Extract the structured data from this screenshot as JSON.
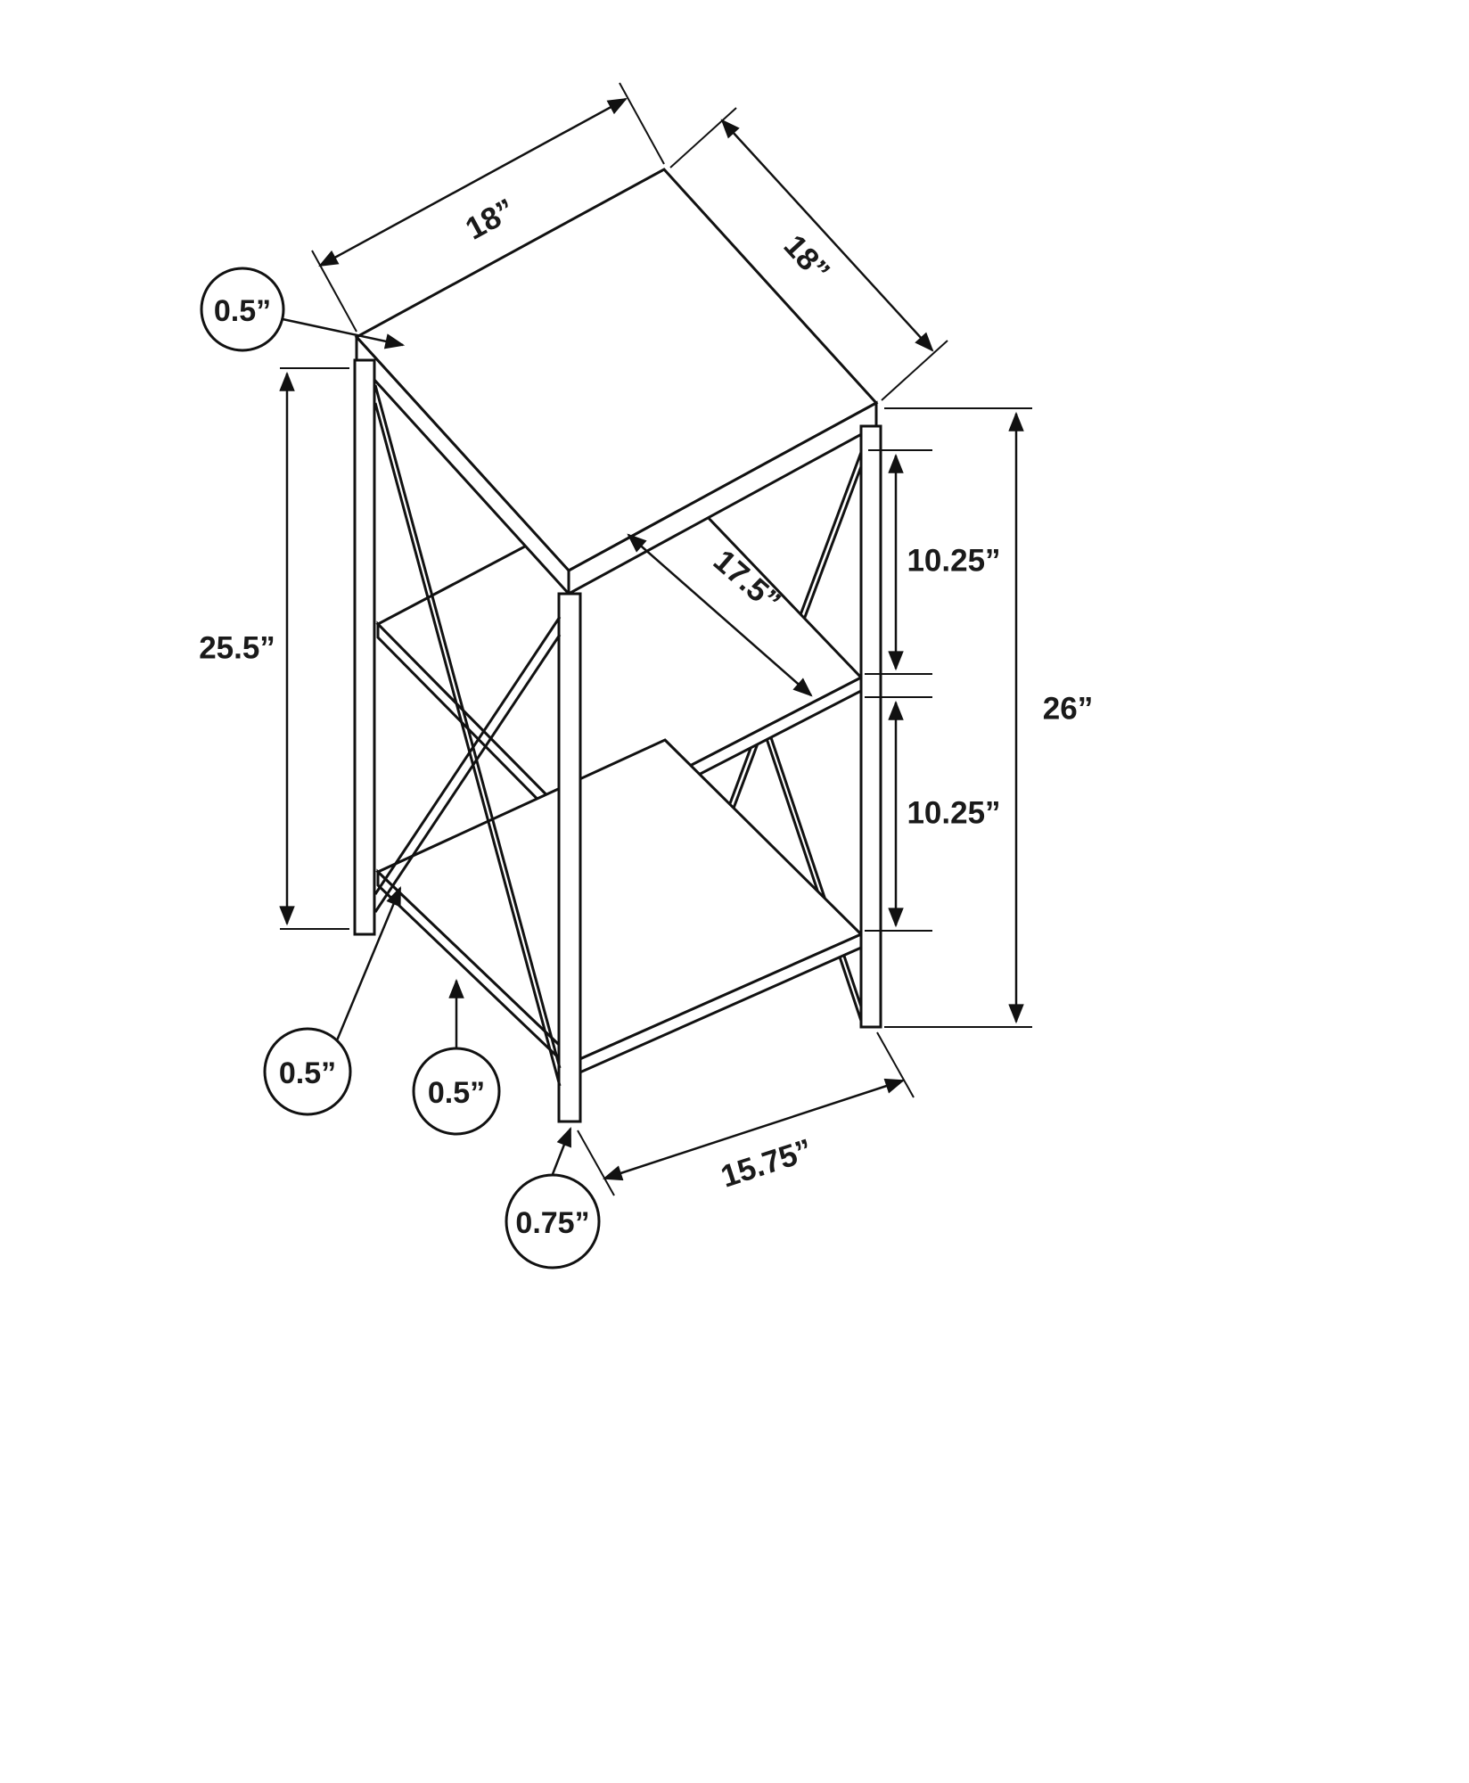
{
  "title": "accent-table-dimension-diagram",
  "colors": {
    "line": "#111111",
    "text": "#1a1a1a",
    "background": "#ffffff"
  },
  "dimensions": {
    "top_width": "18”",
    "top_depth": "18”",
    "top_thickness": "0.5”",
    "left_height": "25.5”",
    "shelf_depth": "17.5”",
    "upper_shelf_gap": "10.25”",
    "overall_height": "26”",
    "lower_shelf_gap": "10.25”",
    "brace_thickness": "0.5”",
    "shelf_thickness": "0.5”",
    "leg_width": "0.75”",
    "bottom_depth": "15.75”"
  }
}
